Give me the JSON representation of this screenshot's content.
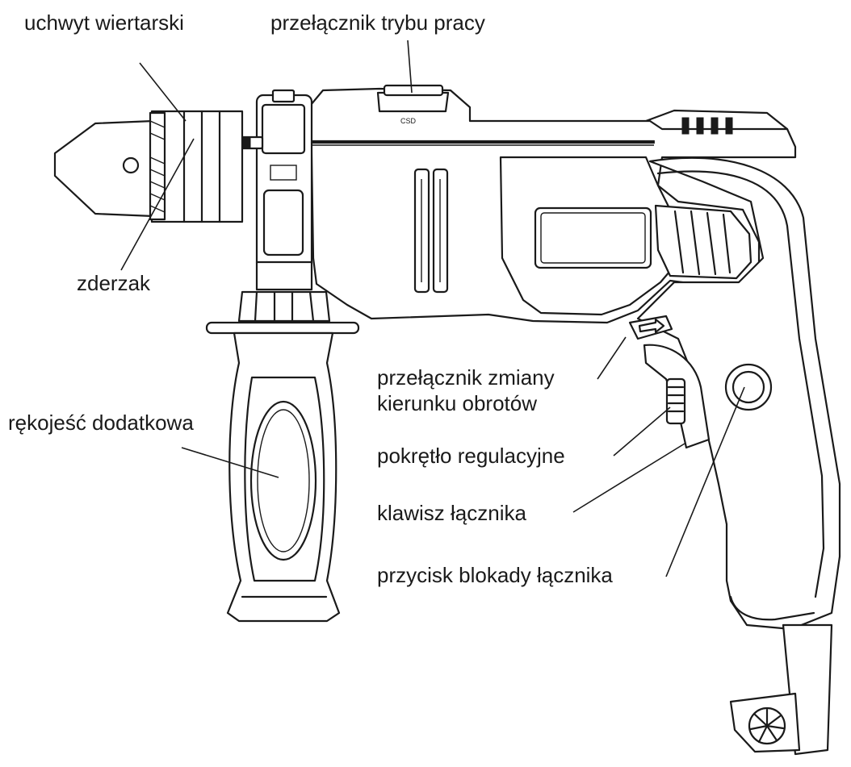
{
  "labels": {
    "chuck": "uchwyt wiertarski",
    "mode_switch": "przełącznik trybu pracy",
    "depth_stop": "zderzak",
    "aux_handle": "rękojeść dodatkowa",
    "direction_switch_line1": "przełącznik zmiany",
    "direction_switch_line2": "kierunku obrotów",
    "speed_knob": "pokrętło regulacyjne",
    "trigger": "klawisz łącznika",
    "lock_button": "przycisk blokady łącznika"
  }
}
